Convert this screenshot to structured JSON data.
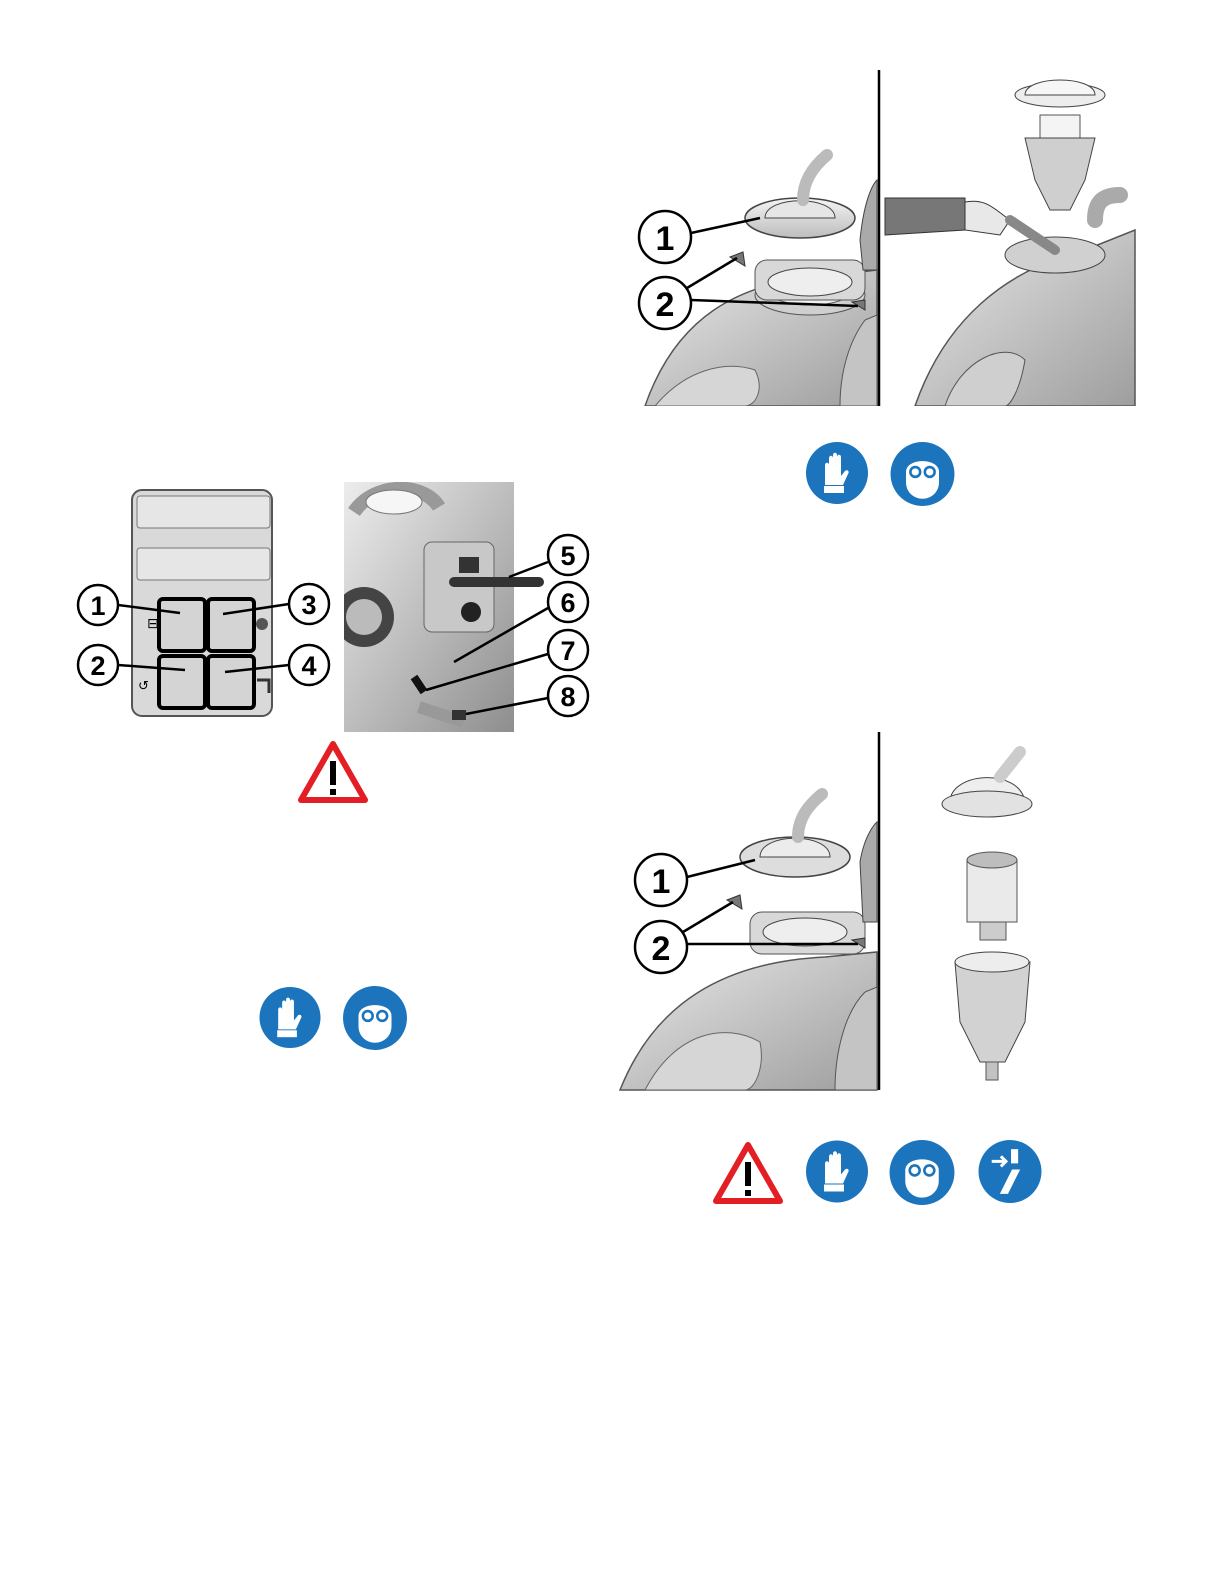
{
  "figures": {
    "control_panel": {
      "callouts": [
        "1",
        "2",
        "3",
        "4"
      ]
    },
    "machine_side": {
      "callouts": [
        "5",
        "6",
        "7",
        "8"
      ]
    },
    "filter_removal_top": {
      "callouts": [
        "1",
        "2"
      ]
    },
    "filter_removal_bottom": {
      "callouts": [
        "1",
        "2"
      ]
    }
  },
  "symbols": {
    "warning": "warning-triangle-icon",
    "gloves": "wear-gloves-icon",
    "goggles": "wear-goggles-icon",
    "switch_off": "switch-off-icon"
  },
  "colors": {
    "mandatory_blue": "#1c75bc",
    "warning_red": "#e31e24"
  }
}
